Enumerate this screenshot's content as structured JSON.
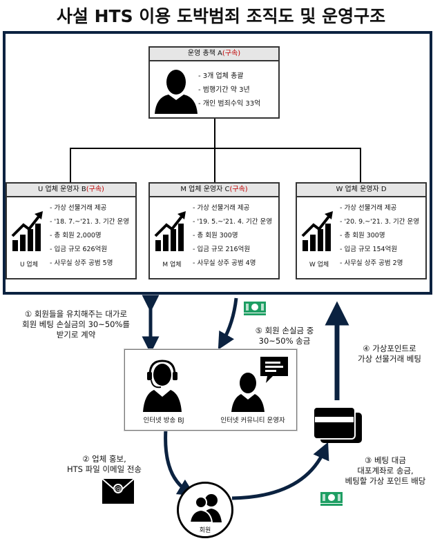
{
  "title": "사설 HTS 이용 도박범죄 조직도 및 운영구조",
  "top_box": {
    "header": "운영 총책 A",
    "header_flag": "(구속)",
    "items": [
      "- 3개 업체 총괄",
      "- 범행기간 약 3년",
      "- 개인 범죄수익 33억"
    ]
  },
  "operators": [
    {
      "header": "U 업체 운영자 B",
      "header_flag": "(구속)",
      "label": "U 업체",
      "items": [
        "- 가상 선물거래 제공",
        "- '18. 7.~'21. 3. 기간 운영",
        "- 총 회원 2,000명",
        "- 입금 규모 626억원",
        "- 사무실 상주 공범 5명"
      ]
    },
    {
      "header": "M 업체 운영자 C",
      "header_flag": "(구속)",
      "label": "M 업체",
      "items": [
        "- 가상 선물거래 제공",
        "- '19. 5.~'21. 4. 기간 운영",
        "- 총 회원 300명",
        "- 입금 규모 216억원",
        "- 사무실 상주 공범 4명"
      ]
    },
    {
      "header": "W 업체 운영자 D",
      "header_flag": "",
      "label": "W 업체",
      "items": [
        "- 가상 선물거래 제공",
        "- '20. 9.~'21. 3. 기간 운영",
        "- 총 회원 300명",
        "- 입금 규모 154억원",
        "- 사무실 상주 공범 2명"
      ]
    }
  ],
  "promoters": {
    "bj_label": "인터넷 방송 BJ",
    "community_label": "인터넷 커뮤니티 운영자"
  },
  "member_label": "회원",
  "steps": {
    "s1": [
      "① 회원들을 유치해주는 대가로",
      "회원 베팅 손실금의 30~50%를",
      "받기로 계약"
    ],
    "s2": [
      "② 업체 홍보,",
      "HTS 파일 이메일 전송"
    ],
    "s3": [
      "③ 베팅 대금",
      "대포계좌로 송금,",
      "베팅할 가상 포인트 배당"
    ],
    "s4": [
      "④ 가상포인트로",
      "가상 선물거래 베팅"
    ],
    "s5": [
      "⑤ 회원 손실금 중",
      "30~50% 송금"
    ]
  },
  "colors": {
    "navy": "#0b2240",
    "money_green": "#1e9e63",
    "flag_red": "#c00000"
  },
  "icons": [
    "person-icon",
    "chart-icon",
    "headset-person-icon",
    "chat-person-icon",
    "money-icon",
    "email-icon",
    "card-icon",
    "member-icon"
  ]
}
